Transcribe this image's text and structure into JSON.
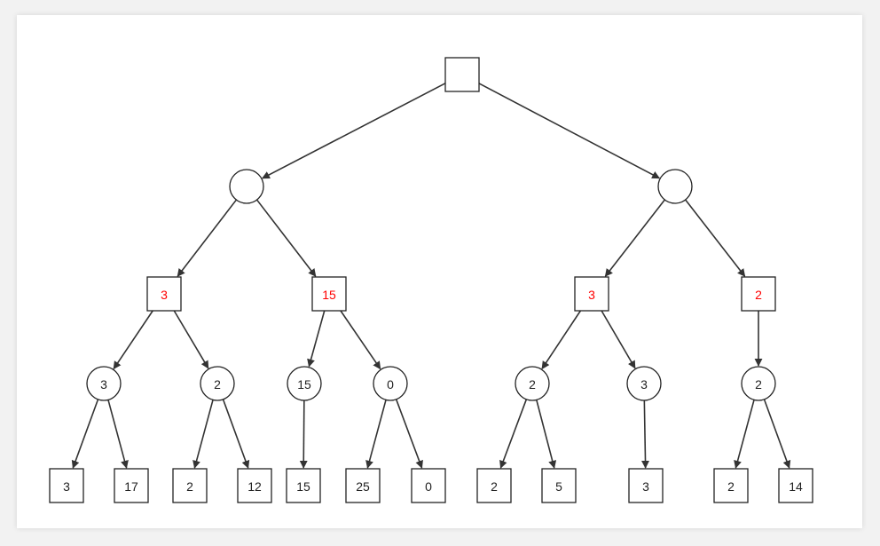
{
  "colors": {
    "background": "#f2f2f2",
    "canvas": "#ffffff",
    "stroke": "#222222",
    "highlight_text": "#ff0000"
  },
  "nodes": [
    {
      "id": "root",
      "shape": "square",
      "label": ""
    },
    {
      "id": "c-left",
      "shape": "circle",
      "label": ""
    },
    {
      "id": "c-right",
      "shape": "circle",
      "label": ""
    },
    {
      "id": "sq-a",
      "shape": "square",
      "label": "3",
      "highlight": true
    },
    {
      "id": "sq-b",
      "shape": "square",
      "label": "15",
      "highlight": true
    },
    {
      "id": "sq-c",
      "shape": "square",
      "label": "3",
      "highlight": true
    },
    {
      "id": "sq-d",
      "shape": "square",
      "label": "2",
      "highlight": true
    },
    {
      "id": "ci-a1",
      "shape": "circle",
      "label": "3"
    },
    {
      "id": "ci-a2",
      "shape": "circle",
      "label": "2"
    },
    {
      "id": "ci-b1",
      "shape": "circle",
      "label": "15"
    },
    {
      "id": "ci-b2",
      "shape": "circle",
      "label": "0"
    },
    {
      "id": "ci-c1",
      "shape": "circle",
      "label": "2"
    },
    {
      "id": "ci-c2",
      "shape": "circle",
      "label": "3"
    },
    {
      "id": "ci-d1",
      "shape": "circle",
      "label": "2"
    },
    {
      "id": "lf-1",
      "shape": "square",
      "label": "3"
    },
    {
      "id": "lf-2",
      "shape": "square",
      "label": "17"
    },
    {
      "id": "lf-3",
      "shape": "square",
      "label": "2"
    },
    {
      "id": "lf-4",
      "shape": "square",
      "label": "12"
    },
    {
      "id": "lf-5",
      "shape": "square",
      "label": "15"
    },
    {
      "id": "lf-6",
      "shape": "square",
      "label": "25"
    },
    {
      "id": "lf-7",
      "shape": "square",
      "label": "0"
    },
    {
      "id": "lf-8",
      "shape": "square",
      "label": "2"
    },
    {
      "id": "lf-9",
      "shape": "square",
      "label": "5"
    },
    {
      "id": "lf-10",
      "shape": "square",
      "label": "3"
    },
    {
      "id": "lf-11",
      "shape": "square",
      "label": "2"
    },
    {
      "id": "lf-12",
      "shape": "square",
      "label": "14"
    }
  ],
  "edges": [
    [
      "root",
      "c-left"
    ],
    [
      "root",
      "c-right"
    ],
    [
      "c-left",
      "sq-a"
    ],
    [
      "c-left",
      "sq-b"
    ],
    [
      "c-right",
      "sq-c"
    ],
    [
      "c-right",
      "sq-d"
    ],
    [
      "sq-a",
      "ci-a1"
    ],
    [
      "sq-a",
      "ci-a2"
    ],
    [
      "sq-b",
      "ci-b1"
    ],
    [
      "sq-b",
      "ci-b2"
    ],
    [
      "sq-c",
      "ci-c1"
    ],
    [
      "sq-c",
      "ci-c2"
    ],
    [
      "sq-d",
      "ci-d1"
    ],
    [
      "ci-a1",
      "lf-1"
    ],
    [
      "ci-a1",
      "lf-2"
    ],
    [
      "ci-a2",
      "lf-3"
    ],
    [
      "ci-a2",
      "lf-4"
    ],
    [
      "ci-b1",
      "lf-5"
    ],
    [
      "ci-b2",
      "lf-6"
    ],
    [
      "ci-b2",
      "lf-7"
    ],
    [
      "ci-c1",
      "lf-8"
    ],
    [
      "ci-c1",
      "lf-9"
    ],
    [
      "ci-c2",
      "lf-10"
    ],
    [
      "ci-d1",
      "lf-11"
    ],
    [
      "ci-d1",
      "lf-12"
    ]
  ]
}
